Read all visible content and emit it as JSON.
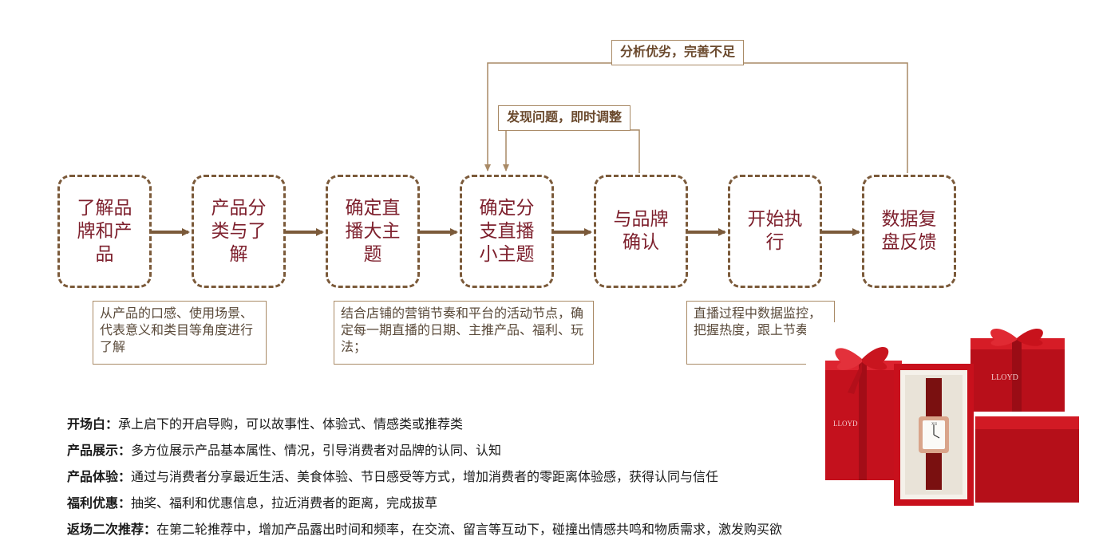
{
  "flow": {
    "steps": [
      {
        "label": "了解品牌和产品"
      },
      {
        "label": "产品分类与了解"
      },
      {
        "label": "确定直播大主题"
      },
      {
        "label": "确定分支直播小主题"
      },
      {
        "label": "与品牌确认"
      },
      {
        "label": "开始执行"
      },
      {
        "label": "数据复盘反馈"
      }
    ],
    "feedback": {
      "outer": "分析优劣，完善不足",
      "inner": "发现问题，即时调整"
    },
    "notes": [
      {
        "text": "从产品的口感、使用场景、代表意义和类目等角度进行了解"
      },
      {
        "text": "结合店铺的营销节奏和平台的活动节点，确定每一期直播的日期、主推产品、福利、玩法；"
      },
      {
        "text": "直播过程中数据监控，把握热度，跟上节奏"
      }
    ]
  },
  "stages": [
    {
      "term": "开场白：",
      "desc": "承上启下的开启导购，可以故事性、体验式、情感类或推荐类"
    },
    {
      "term": "产品展示：",
      "desc": "多方位展示产品基本属性、情况，引导消费者对品牌的认同、认知"
    },
    {
      "term": "产品体验：",
      "desc": "通过与消费者分享最近生活、美食体验、节日感受等方式，增加消费者的零距离体验感，获得认同与信任"
    },
    {
      "term": "福利优惠：",
      "desc": "抽奖、福利和优惠信息，拉近消费者的距离，完成拔草"
    },
    {
      "term": "返场二次推荐：",
      "desc": "在第二轮推荐中，增加产品露出时间和频率，在交流、留言等互动下，碰撞出情感共鸣和物质需求，激发购买欲"
    }
  ],
  "product": {
    "brand": "LLOYD"
  },
  "colors": {
    "border": "#7b5a3a",
    "arrow": "#7b5a3a",
    "step_text": "#7d1f2c",
    "gift_box": "#c4111d",
    "strap": "#7a1010"
  }
}
